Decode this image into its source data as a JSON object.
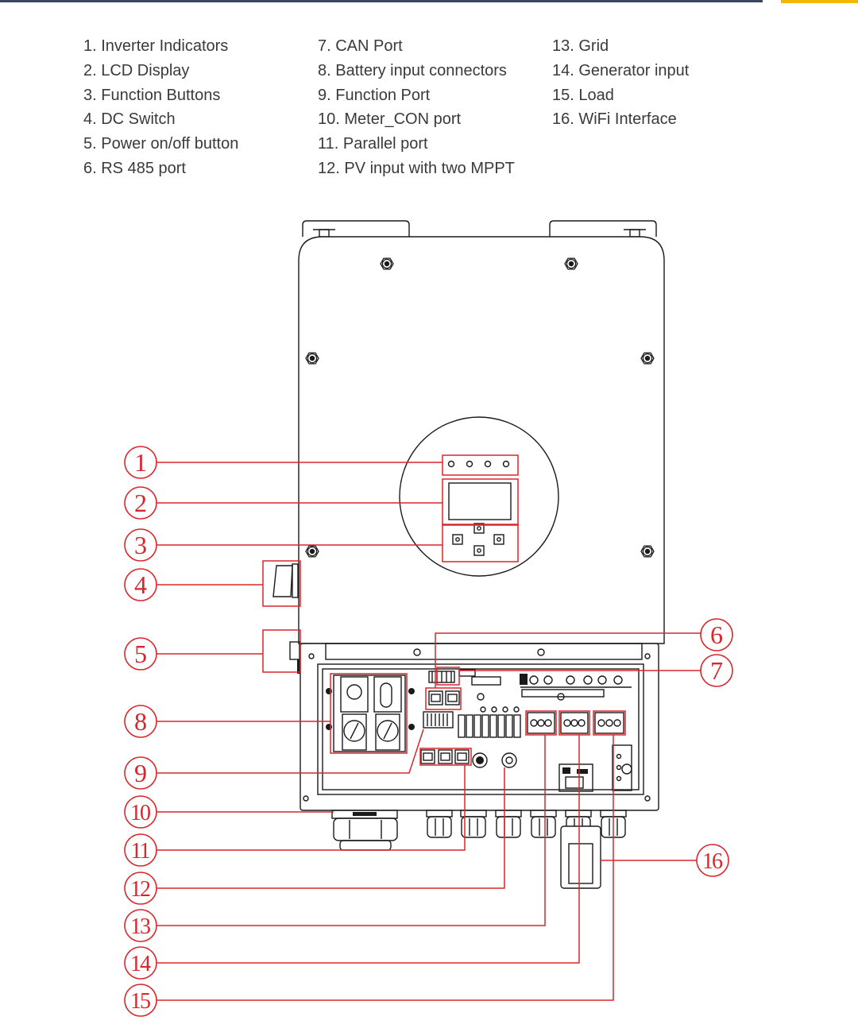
{
  "header": {
    "bar_color": "#3b4660",
    "accent_color": "#f2b705"
  },
  "legend": {
    "columns": [
      [
        "1. Inverter Indicators",
        "2. LCD Display",
        "3. Function Buttons",
        "4. DC Switch",
        "5. Power on/off button",
        "6. RS 485 port"
      ],
      [
        "7. CAN Port",
        "8. Battery input connectors",
        "9. Function Port",
        "10. Meter_CON port",
        "11. Parallel port",
        "12. PV input with two MPPT"
      ],
      [
        "13. Grid",
        "14. Generator input",
        "15. Load",
        "16. WiFi Interface"
      ]
    ]
  },
  "callouts": [
    "1",
    "2",
    "3",
    "4",
    "5",
    "6",
    "7",
    "8",
    "9",
    "10",
    "11",
    "12",
    "13",
    "14",
    "15",
    "16"
  ],
  "colors": {
    "callout": "#d9262c",
    "drawing": "#1a1a1a",
    "text": "#3a3a3a"
  }
}
